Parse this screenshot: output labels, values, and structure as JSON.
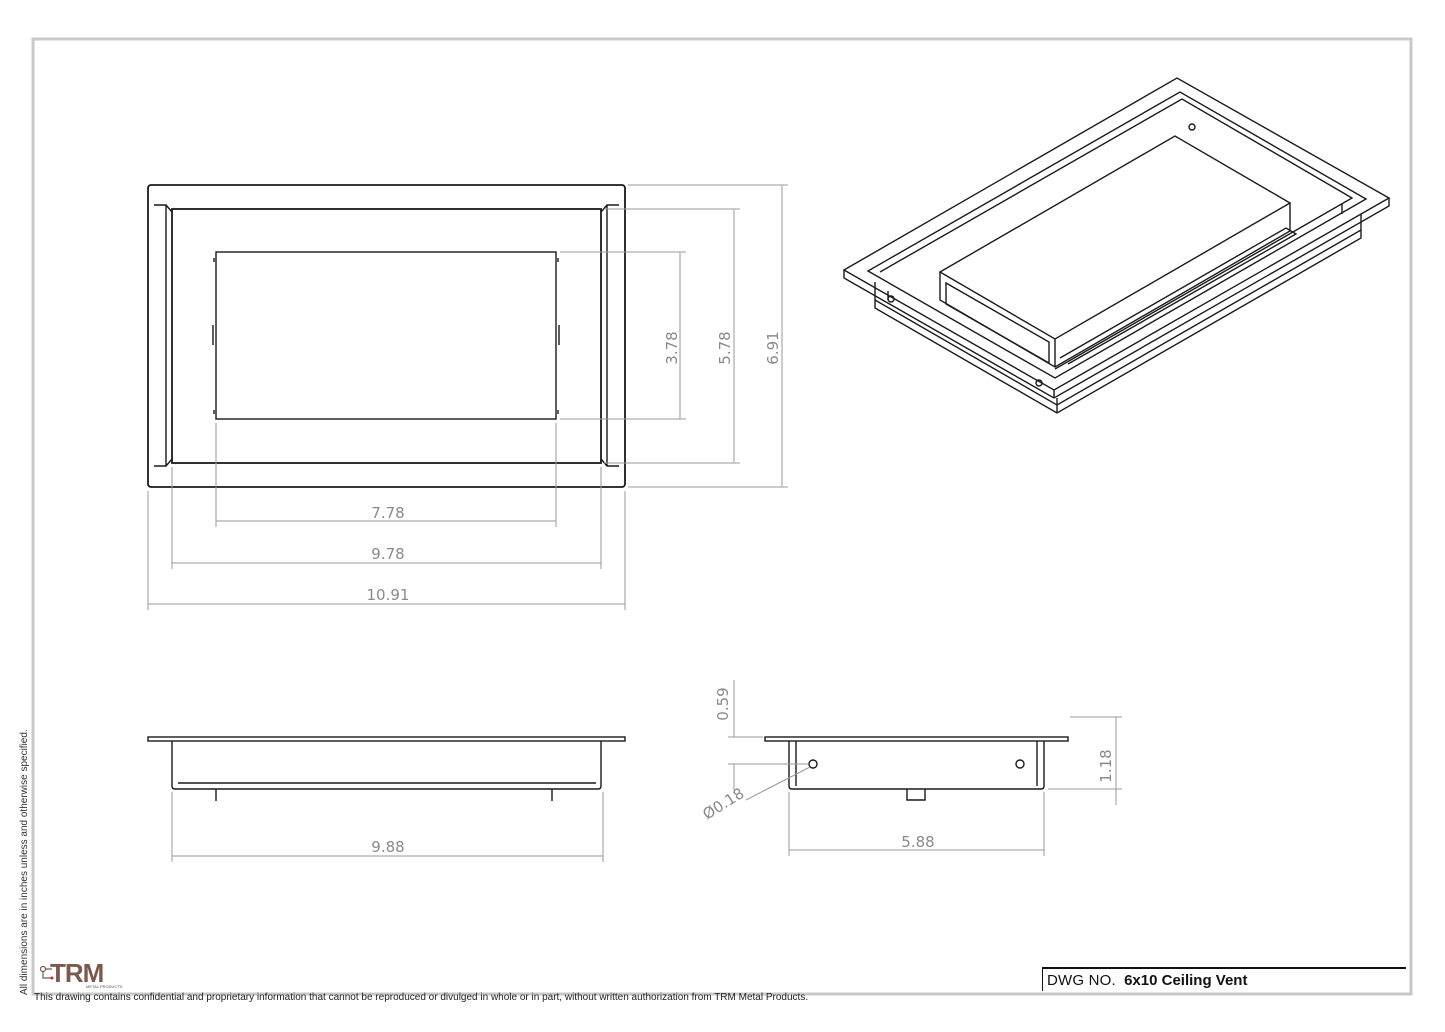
{
  "drawing": {
    "number_label": "DWG NO.",
    "number_value": "6x10 Ceiling Vent",
    "side_note": "All dimensions are in inches unless and otherwise specified.",
    "disclaimer": "This drawing contains confidential and proprietary information that cannot be reproduced or divulged in whole or in part, without written authorization from TRM Metal Products.",
    "logo_text": "TRM",
    "logo_subtext": "METAL PRODUCTS"
  },
  "dimensions": {
    "top_view": {
      "inner_opening_width": "7.78",
      "frame_inner_width": "9.78",
      "overall_width": "10.91",
      "inner_opening_height": "3.78",
      "frame_inner_height": "5.78",
      "overall_height": "6.91"
    },
    "front_view": {
      "body_width": "9.88"
    },
    "side_view": {
      "flange_to_hole": "0.59",
      "hole_diameter": "Ø0.18",
      "overall_depth": "1.18",
      "body_width": "5.88"
    }
  },
  "colors": {
    "line": "#1a1a1a",
    "dimension": "#8a8a8a",
    "border": "#c8c8c8",
    "logo": "#7a5a4e"
  }
}
